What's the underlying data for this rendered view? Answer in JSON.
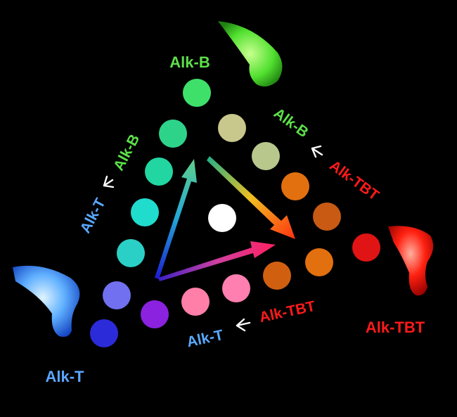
{
  "labels": {
    "vertex_top": "Alk-B",
    "vertex_left": "Alk-T",
    "vertex_right": "Alk-TBT",
    "left_edge_from": "Alk-T",
    "left_edge_to": "Alk-B",
    "right_edge_from": "Alk-TBT",
    "right_edge_to": "Alk-B",
    "bottom_edge_from": "Alk-TBT",
    "bottom_edge_to": "Alk-T"
  },
  "colors": {
    "alk_b": "#5de04a",
    "alk_t": "#5aa8ff",
    "alk_tbt": "#ff1a1a",
    "white": "#ffffff",
    "left_edge_dots": [
      "#2b2bd9",
      "#7070f0",
      "#2ad0c6",
      "#20dccd",
      "#22d6a2",
      "#2ed38a",
      "#3fe06a"
    ],
    "right_edge_dots": [
      "#e01414",
      "#c85a14",
      "#e2700f",
      "#b8c88c",
      "#c8c88c",
      "#3fe06a"
    ],
    "bottom_edge_dots": [
      "#8a22e0",
      "#ff7fa8",
      "#ff7fb0",
      "#d06010",
      "#e2700f"
    ],
    "center_dot": "#ffffff"
  }
}
